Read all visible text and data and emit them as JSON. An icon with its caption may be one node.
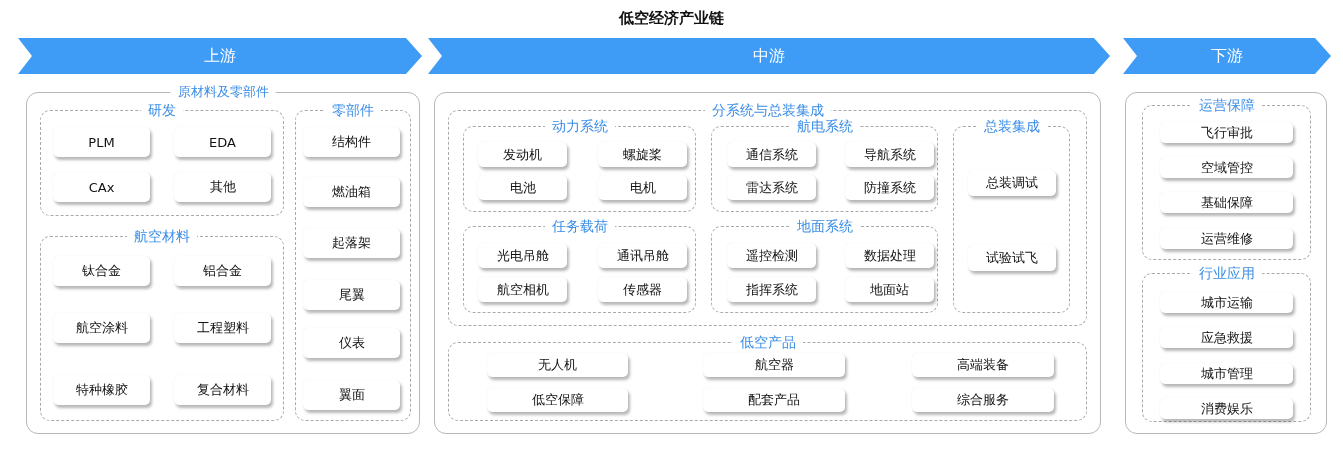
{
  "diagram": {
    "title": "低空经济产业链",
    "nodes": [
      {
        "text": [
          "上游"
        ]
      },
      {
        "text": [
          "中游"
        ]
      },
      {
        "text": [
          "下游"
        ]
      },
      {
        "text": [
          "原材料及零部件"
        ]
      },
      {
        "text": [
          "研发"
        ],
        "in": 3
      },
      {
        "text": [
          "PLM"
        ],
        "in": 4
      },
      {
        "text": [
          "EDA"
        ],
        "in": 4
      },
      {
        "text": [
          "CAx"
        ],
        "in": 4
      },
      {
        "text": [
          "其他"
        ],
        "in": 4
      },
      {
        "text": [
          "航空材料"
        ],
        "in": 3
      },
      {
        "text": [
          "钛合金"
        ],
        "in": 9
      },
      {
        "text": [
          "铝合金"
        ],
        "in": 9
      },
      {
        "text": [
          "航空涂料"
        ],
        "in": 9
      },
      {
        "text": [
          "工程塑料"
        ],
        "in": 9
      },
      {
        "text": [
          "特种橡胶"
        ],
        "in": 9
      },
      {
        "text": [
          "复合材料"
        ],
        "in": 9
      },
      {
        "text": [
          "零部件"
        ],
        "in": 3
      },
      {
        "text": [
          "结构件"
        ],
        "in": 16
      },
      {
        "text": [
          "燃油箱"
        ],
        "in": 16
      },
      {
        "text": [
          "起落架"
        ],
        "in": 16
      },
      {
        "text": [
          "尾翼"
        ],
        "in": 16
      },
      {
        "text": [
          "仪表"
        ],
        "in": 16
      },
      {
        "text": [
          "翼面"
        ],
        "in": 16
      },
      {
        "text": [],
        "shape": "box"
      },
      {
        "text": [
          "分系统与总装集成"
        ],
        "in": 23
      },
      {
        "text": [
          "动力系统"
        ],
        "in": 24
      },
      {
        "text": [
          "发动机"
        ],
        "in": 25
      },
      {
        "text": [
          "螺旋桨"
        ],
        "in": 25
      },
      {
        "text": [
          "电池"
        ],
        "in": 25
      },
      {
        "text": [
          "电机"
        ],
        "in": 25
      },
      {
        "text": [
          "航电系统"
        ],
        "in": 24
      },
      {
        "text": [
          "通信系统"
        ],
        "in": 30
      },
      {
        "text": [
          "导航系统"
        ],
        "in": 30
      },
      {
        "text": [
          "雷达系统"
        ],
        "in": 30
      },
      {
        "text": [
          "防撞系统"
        ],
        "in": 30
      },
      {
        "text": [
          "总装集成"
        ],
        "in": 24
      },
      {
        "text": [
          "总装调试"
        ],
        "in": 35
      },
      {
        "text": [
          "试验试飞"
        ],
        "in": 35
      },
      {
        "text": [
          "任务载荷"
        ],
        "in": 24
      },
      {
        "text": [
          "光电吊舱"
        ],
        "in": 38
      },
      {
        "text": [
          "通讯吊舱"
        ],
        "in": 38
      },
      {
        "text": [
          "航空相机"
        ],
        "in": 38
      },
      {
        "text": [
          "传感器"
        ],
        "in": 38
      },
      {
        "text": [
          "地面系统"
        ],
        "in": 24
      },
      {
        "text": [
          "遥控检测"
        ],
        "in": 43
      },
      {
        "text": [
          "数据处理"
        ],
        "in": 43
      },
      {
        "text": [
          "指挥系统"
        ],
        "in": 43
      },
      {
        "text": [
          "地面站"
        ],
        "in": 43
      },
      {
        "text": [
          "低空产品"
        ],
        "in": 23
      },
      {
        "text": [
          "无人机"
        ],
        "in": 48
      },
      {
        "text": [
          "航空器"
        ],
        "in": 48
      },
      {
        "text": [
          "高端装备"
        ],
        "in": 48
      },
      {
        "text": [
          "低空保障"
        ],
        "in": 48
      },
      {
        "text": [
          "配套产品"
        ],
        "in": 48
      },
      {
        "text": [
          "综合服务"
        ],
        "in": 48
      },
      {
        "text": [],
        "shape": "box"
      },
      {
        "text": [
          "运营保障"
        ],
        "in": 55
      },
      {
        "text": [
          "飞行审批"
        ],
        "in": 56
      },
      {
        "text": [
          "空域管控"
        ],
        "in": 56
      },
      {
        "text": [
          "基础保障"
        ],
        "in": 56
      },
      {
        "text": [
          "运营维修"
        ],
        "in": 56
      },
      {
        "text": [
          "行业应用"
        ],
        "in": 55
      },
      {
        "text": [
          "城市运输"
        ],
        "in": 61
      },
      {
        "text": [
          "应急救援"
        ],
        "in": 61
      },
      {
        "text": [
          "城市管理"
        ],
        "in": 61
      },
      {
        "text": [
          "消费娱乐"
        ],
        "in": 61
      }
    ]
  }
}
